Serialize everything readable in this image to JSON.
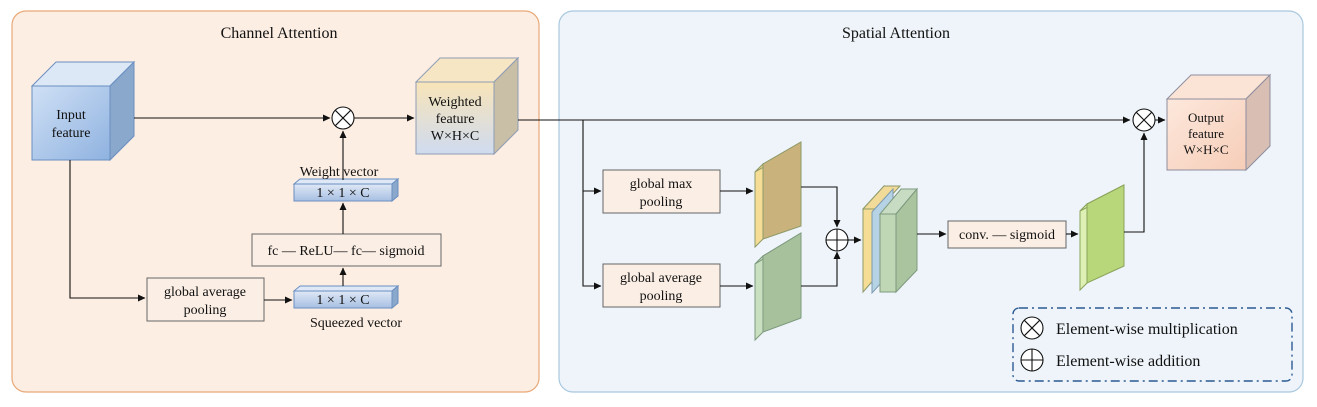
{
  "colors": {
    "channel_panel_bg": "#fdeee3",
    "channel_panel_border": "#e8a877",
    "spatial_panel_bg": "#eef4f9",
    "spatial_panel_border": "#a9c8df",
    "block_fill": "#fbeee5",
    "input_cube": "#a9c6ea",
    "weighted_cube": "#f8e7c2",
    "output_cube": "#f9dccc",
    "vector_bar": "#c2d4ee",
    "yellow_map": "#f6dd95",
    "green_map": "#bfd7b0",
    "lime_map": "#cfe897",
    "legend_border": "#2c5a93"
  },
  "channel": {
    "title": "Channel Attention",
    "input_feature": [
      "Input",
      "feature"
    ],
    "weighted_feature": [
      "Weighted",
      "feature",
      "W×H×C"
    ],
    "weight_vector_label": "Weight vector",
    "weight_vector": "1 × 1 × C",
    "fc_chain": "fc — ReLU— fc— sigmoid",
    "global_avg_pool": [
      "global average",
      "pooling"
    ],
    "squeezed_vector": "1 × 1 × C",
    "squeezed_vector_label": "Squeezed vector"
  },
  "spatial": {
    "title": "Spatial Attention",
    "global_max_pool": [
      "global max",
      "pooling"
    ],
    "global_avg_pool": [
      "global average",
      "pooling"
    ],
    "conv_sigmoid": "conv. — sigmoid",
    "output_feature": [
      "Output",
      "feature",
      "W×H×C"
    ]
  },
  "legend": {
    "multiplication": "Element-wise multiplication",
    "addition": "Element-wise addition"
  }
}
